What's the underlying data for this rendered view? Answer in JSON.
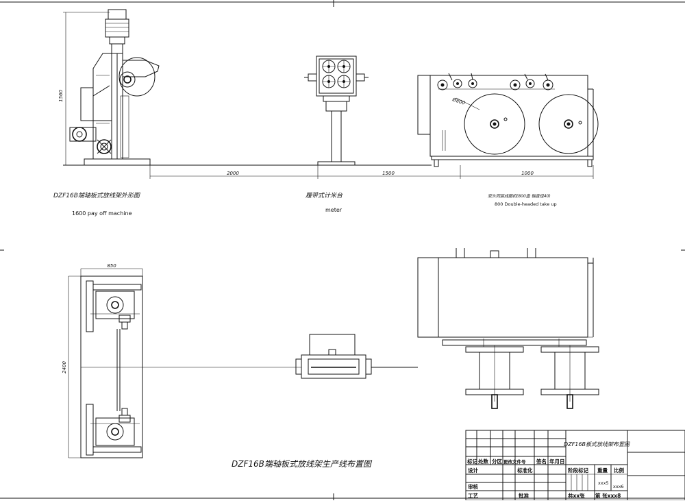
{
  "drawing": {
    "top_views": {
      "payoff_caption": "DZF16B端轴板式放线架外形图",
      "payoff_sub": "1600 pay off  machine",
      "meter_caption": "履带式计米台",
      "meter_sub": "meter",
      "takeup_caption": "双头同层成圈机(800盘  轴直径40)",
      "takeup_sub": "800 Double-headed take up",
      "height_dim": "1560",
      "dim_2000": "2000",
      "dim_1500": "1500",
      "dim_1000": "1000",
      "diameter_label": "Ø800"
    },
    "plan_view": {
      "width_dim": "850",
      "length_dim": "2400",
      "title": "DZF16B端轴板式放线架生产线布置图"
    }
  },
  "title_block": {
    "drawing_name": "DZF16B板式放线架布置图",
    "row_labels": [
      "标记",
      "处数",
      "分区",
      "更改文件号",
      "签名",
      "年月日"
    ],
    "design": "设计",
    "standardize": "标准化",
    "review": "审核",
    "process": "工艺",
    "approve": "批准",
    "stage_mark": "阶段标记",
    "weight": "重量",
    "scale": "比例",
    "weight_value": "xxx5",
    "scale_value": "xxx6",
    "sheet_total": "共xx张",
    "sheet_current": "第 张xxx8"
  }
}
